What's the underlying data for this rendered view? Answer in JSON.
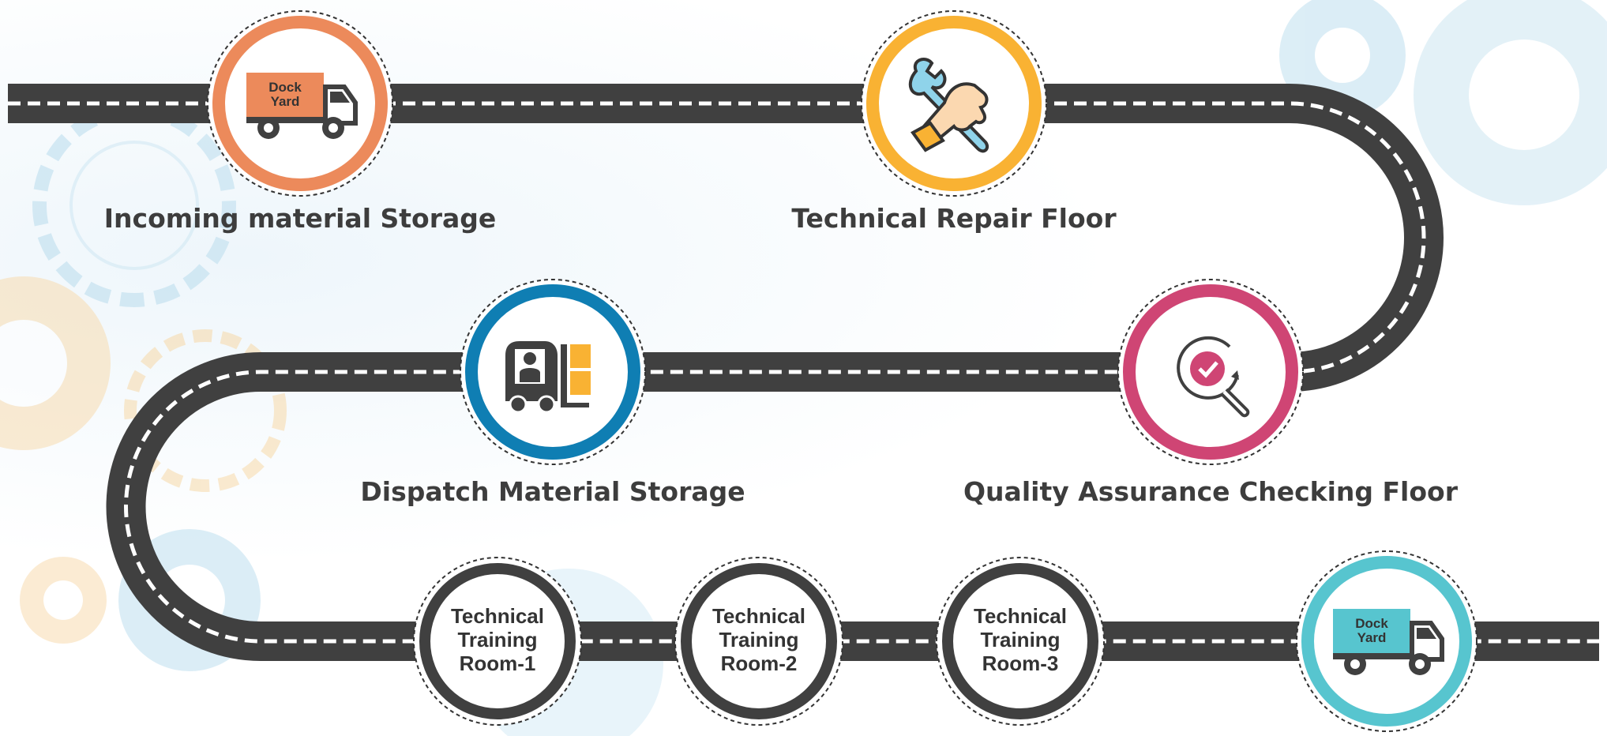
{
  "colors": {
    "road": "#404040",
    "orange": "#ec8a5b",
    "yellow": "#f9b233",
    "blue": "#0f7eb3",
    "magenta": "#cf4574",
    "teal": "#57c5cf",
    "dark_ring": "#404040"
  },
  "stations": [
    {
      "id": "incoming",
      "label": "Incoming material Storage",
      "icon": "truck-icon",
      "badge": [
        "Dock",
        "Yard"
      ]
    },
    {
      "id": "repair",
      "label": "Technical Repair Floor",
      "icon": "wrench-hand-icon"
    },
    {
      "id": "dispatch",
      "label": "Dispatch Material Storage",
      "icon": "forklift-icon"
    },
    {
      "id": "qa",
      "label": "Quality Assurance Checking Floor",
      "icon": "quality-check-magnifier-icon"
    }
  ],
  "rooms": [
    {
      "line1": "Technical",
      "line2": "Training",
      "line3": "Room-1"
    },
    {
      "line1": "Technical",
      "line2": "Training",
      "line3": "Room-2"
    },
    {
      "line1": "Technical",
      "line2": "Training",
      "line3": "Room-3"
    }
  ],
  "dock_end": {
    "icon": "truck-icon",
    "badge": [
      "Dock",
      "Yard"
    ]
  }
}
